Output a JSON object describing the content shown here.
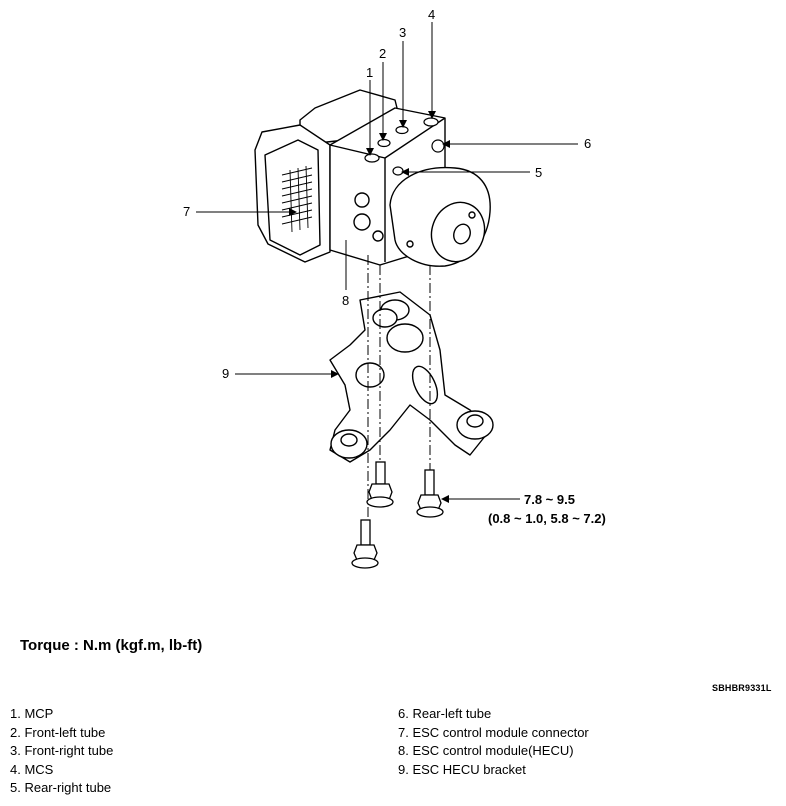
{
  "callouts": [
    "1",
    "2",
    "3",
    "4",
    "5",
    "6",
    "7",
    "8",
    "9"
  ],
  "torque_spec": {
    "value": "7.8 ~ 9.5",
    "conversion": "(0.8 ~ 1.0, 5.8 ~ 7.2)"
  },
  "torque_heading": "Torque : N.m (kgf.m, lb-ft)",
  "figure_code": "SBHBR9331L",
  "legend_left": [
    "1. MCP",
    "2. Front-left tube",
    "3. Front-right tube",
    "4. MCS",
    "5. Rear-right tube"
  ],
  "legend_right": [
    "6. Rear-left tube",
    "7. ESC control module connector",
    "8. ESC control module(HECU)",
    "9. ESC HECU bracket"
  ]
}
